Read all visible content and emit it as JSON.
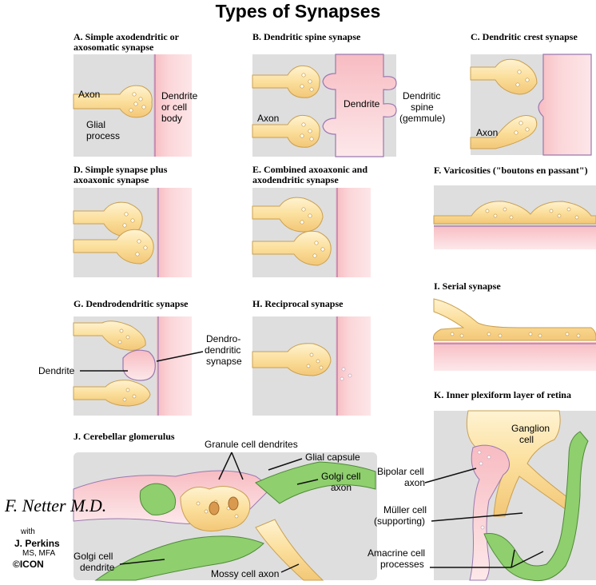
{
  "title": "Types of Synapses",
  "panels": {
    "a": "A. Simple axodendritic or",
    "a2": "axosomatic synapse",
    "b": "B. Dendritic spine synapse",
    "c": "C. Dendritic crest synapse",
    "d": "D. Simple synapse plus",
    "d2": "axoaxonic synapse",
    "e": "E. Combined axoaxonic and",
    "e2": "axodendritic synapse",
    "f": "F. Varicosities (\"boutons en passant\")",
    "g": "G. Dendrodendritic synapse",
    "h": "H. Reciprocal synapse",
    "i": "I. Serial synapse",
    "j": "J. Cerebellar glomerulus",
    "k": "K. Inner plexiform layer of retina"
  },
  "labels": {
    "axon": "Axon",
    "dendrite_cell_body": [
      "Dendrite",
      "or cell",
      "body"
    ],
    "glial_process": [
      "Glial",
      "process"
    ],
    "dendrite": "Dendrite",
    "dendritic_spine": [
      "Dendritic",
      "spine",
      "(gemmule)"
    ],
    "dendro_synapse": [
      "Dendro-",
      "dendritic",
      "synapse"
    ],
    "granule_cell_dendrites": "Granule cell dendrites",
    "glial_capsule": "Glial capsule",
    "golgi_cell_axon": [
      "Golgi cell",
      "axon"
    ],
    "golgi_cell_dendrite": [
      "Golgi cell",
      "dendrite"
    ],
    "mossy_cell_axon": "Mossy cell axon",
    "ganglion_cell": [
      "Ganglion",
      "cell"
    ],
    "bipolar_cell_axon": [
      "Bipolar cell",
      "axon"
    ],
    "muller_cell": [
      "Müller cell",
      "(supporting)"
    ],
    "amacrine_cell": [
      "Amacrine cell",
      "processes"
    ]
  },
  "signature": {
    "name": "F. Netter M.D.",
    "with": "with",
    "coauthor": "J. Perkins",
    "degree": "MS, MFA",
    "logo": "©ICON"
  },
  "colors": {
    "axon_fill": "#fbe0a4",
    "axon_stroke": "#caa050",
    "dendrite_fill": "#f9c8cc",
    "dendrite_stroke": "#9a78b0",
    "glia_fill": "#dcdcdc",
    "golgi_fill": "#8fcf6e"
  }
}
